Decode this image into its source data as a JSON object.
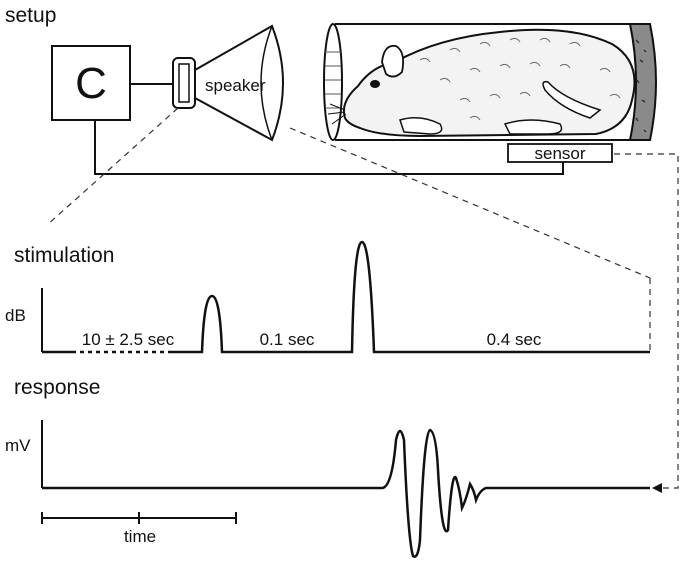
{
  "setup": {
    "title": "setup",
    "controller_label": "C",
    "speaker_label": "speaker",
    "sensor_label": "sensor"
  },
  "stimulation": {
    "title": "stimulation",
    "y_unit": "dB",
    "interval_1": "10 ± 2.5 sec",
    "interval_2": "0.1 sec",
    "interval_3": "0.4 sec"
  },
  "response": {
    "title": "response",
    "y_unit": "mV"
  },
  "scale_bar": {
    "label": "time"
  },
  "colors": {
    "line": "#111111",
    "fur": "#f3f3f3",
    "tube_end": "#8a8a8a"
  }
}
